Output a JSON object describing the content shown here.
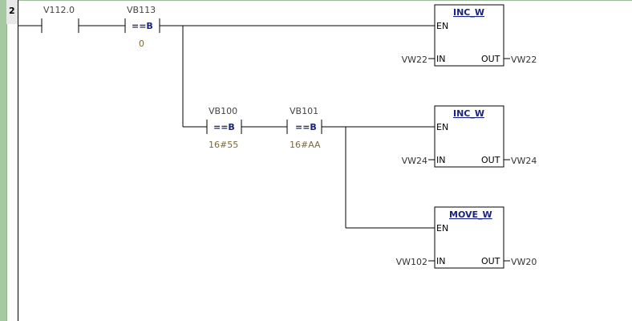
{
  "rung": {
    "number": "2"
  },
  "contacts": {
    "no_contact": {
      "address": "V112.0"
    },
    "cmp1": {
      "address": "VB113",
      "operator": "==B",
      "value": "0"
    },
    "cmp2": {
      "address": "VB100",
      "operator": "==B",
      "value": "16#55"
    },
    "cmp3": {
      "address": "VB101",
      "operator": "==B",
      "value": "16#AA"
    }
  },
  "boxes": {
    "inc1": {
      "title": "INC_W",
      "en": "EN",
      "in_pin": "IN",
      "out_pin": "OUT",
      "in_operand": "VW22",
      "out_operand": "VW22"
    },
    "inc2": {
      "title": "INC_W",
      "en": "EN",
      "in_pin": "IN",
      "out_pin": "OUT",
      "in_operand": "VW24",
      "out_operand": "VW24"
    },
    "move": {
      "title": "MOVE_W",
      "en": "EN",
      "in_pin": "IN",
      "out_pin": "OUT",
      "in_operand": "VW102",
      "out_operand": "VW20"
    }
  }
}
